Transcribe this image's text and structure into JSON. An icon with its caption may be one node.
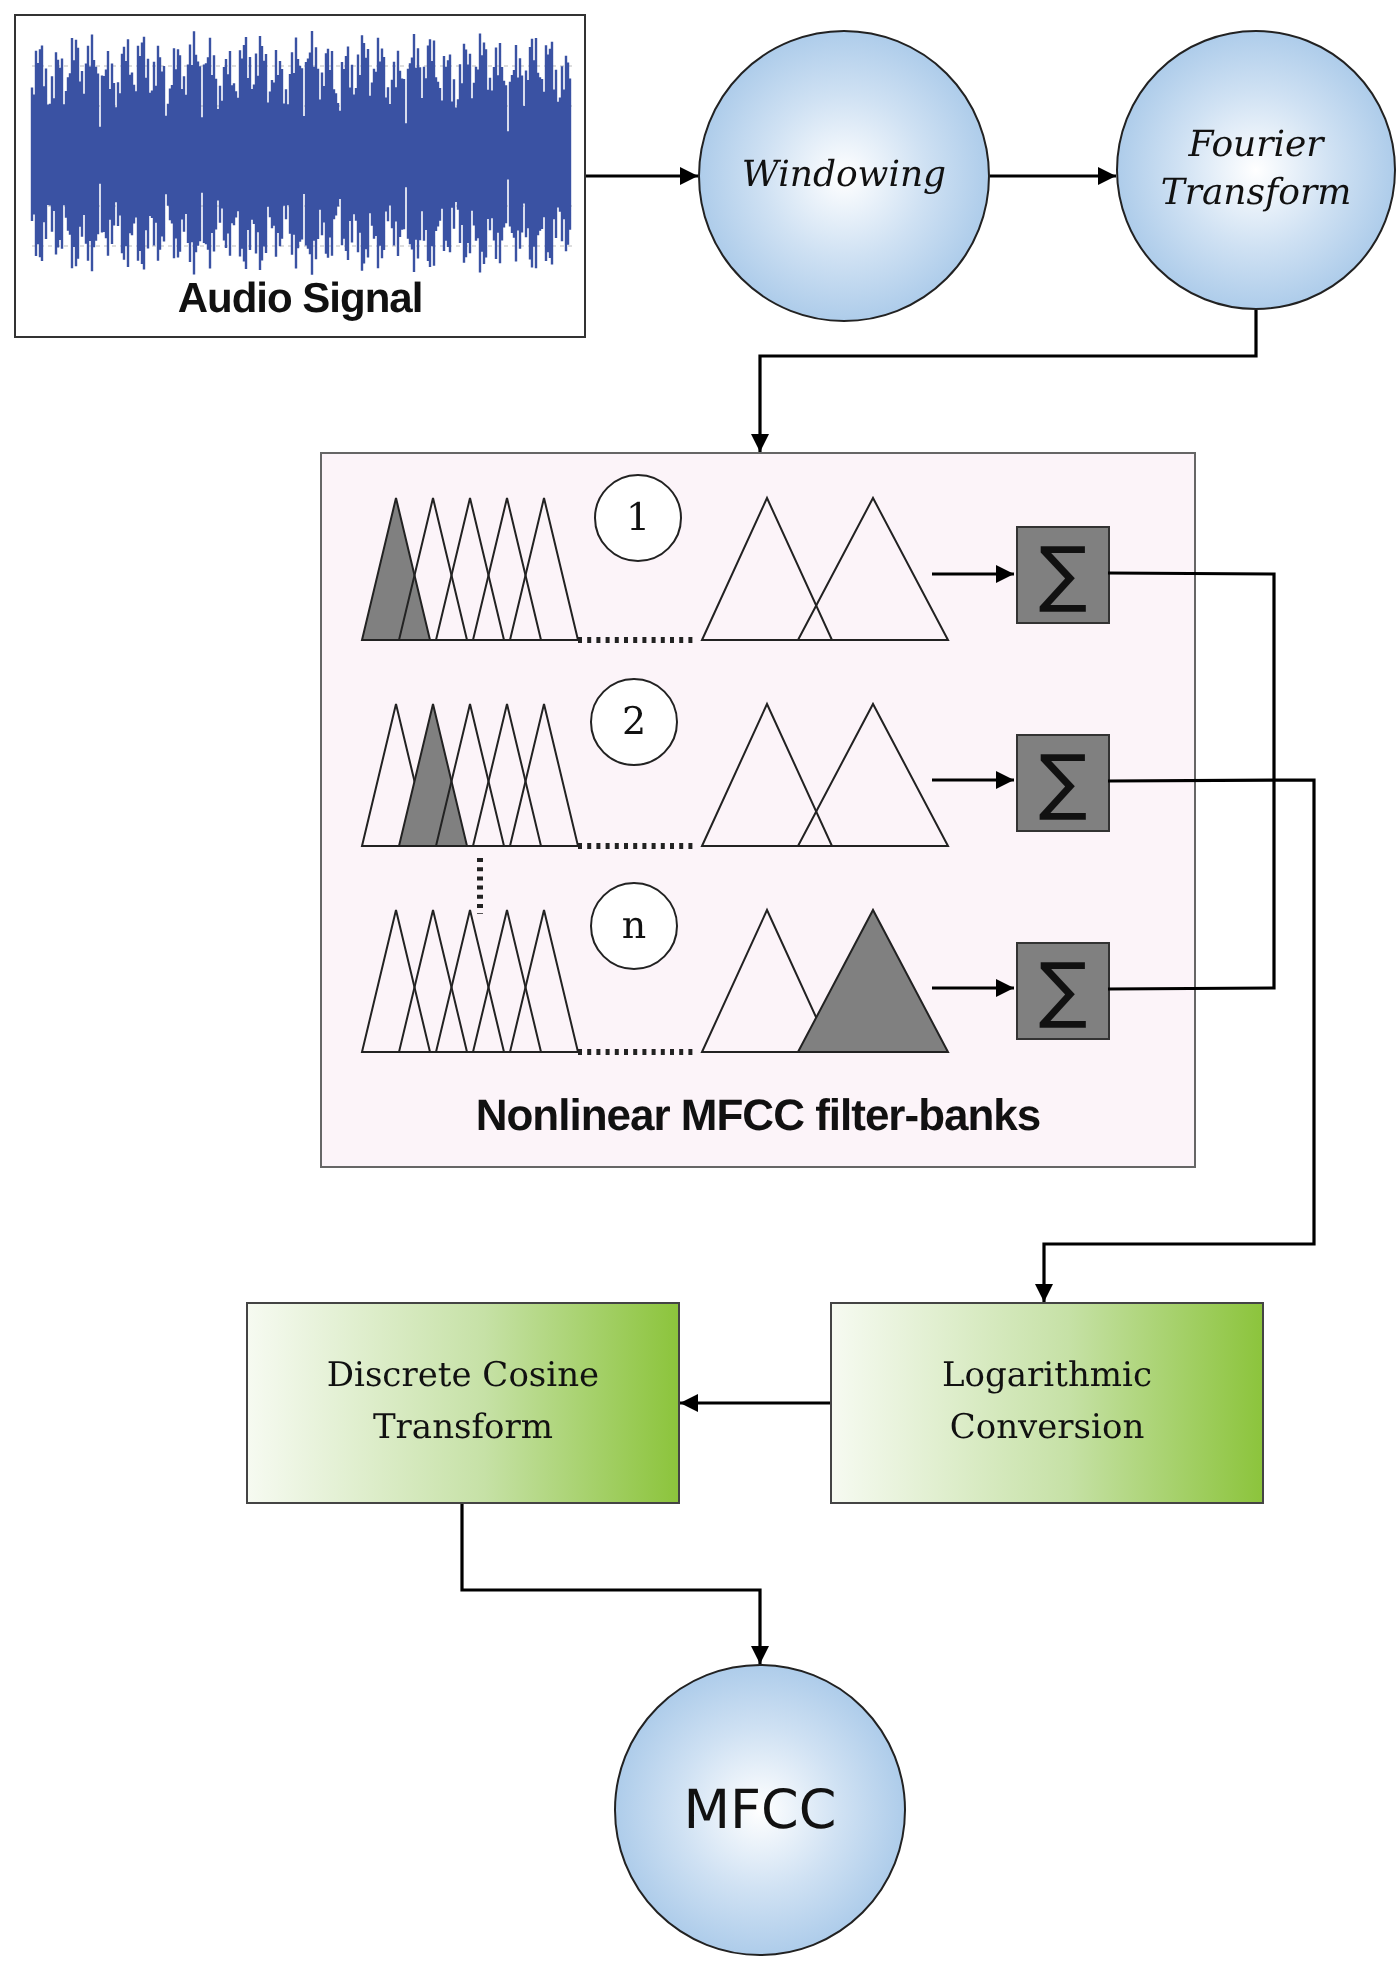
{
  "diagram": {
    "nodes": [
      {
        "text": [
          "Audio Signal"
        ]
      },
      {
        "text": [
          "Windowing"
        ]
      },
      {
        "text": [
          "Fourier Transform"
        ]
      },
      {
        "text": [
          "Nonlinear MFCC filter-banks"
        ]
      },
      {
        "text": [
          "1"
        ],
        "in": 3
      },
      {
        "text": [
          "2"
        ],
        "in": 3
      },
      {
        "text": [
          "n"
        ],
        "in": 3
      },
      {
        "text": [
          "∑"
        ],
        "in": 3
      },
      {
        "text": [
          "∑"
        ],
        "in": 3
      },
      {
        "text": [
          "∑"
        ],
        "in": 3
      },
      {
        "text": [
          "Logarithmic Conversion"
        ]
      },
      {
        "text": [
          "Discrete Cosine Transform"
        ]
      },
      {
        "text": [
          "MFCC"
        ]
      }
    ],
    "edges": [
      {
        "from": 0,
        "to": 1,
        "arrow": "to"
      },
      {
        "from": 1,
        "to": 2,
        "arrow": "to"
      },
      {
        "from": 2,
        "to": 3,
        "arrow": "to"
      },
      {
        "from": null,
        "to": 7,
        "arrow": "to"
      },
      {
        "from": null,
        "to": 8,
        "arrow": "to"
      },
      {
        "from": null,
        "to": 9,
        "arrow": "to"
      },
      {
        "from": 7,
        "to": 9,
        "arrow": "none"
      },
      {
        "from": 8,
        "to": 10,
        "arrow": "to"
      },
      {
        "from": 10,
        "to": 11,
        "arrow": "to"
      },
      {
        "from": 11,
        "to": 12,
        "arrow": "to"
      }
    ]
  }
}
